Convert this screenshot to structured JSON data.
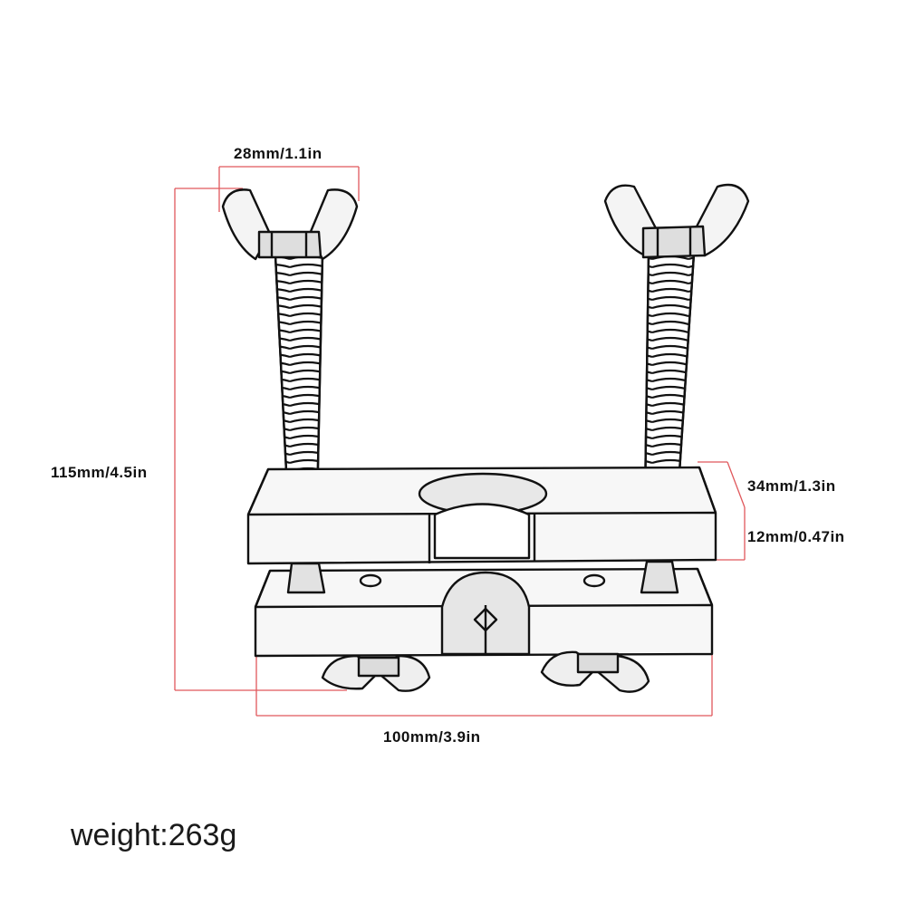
{
  "dimensions": {
    "wing_width": "28mm/1.1in",
    "total_height": "115mm/4.5in",
    "block_top_height": "34mm/1.3in",
    "block_mid_height": "12mm/0.47in",
    "base_width": "100mm/3.9in"
  },
  "weight": "weight:263g",
  "colors": {
    "dimension_line": "#e0585c",
    "sketch_line": "#111111",
    "background": "#ffffff"
  }
}
